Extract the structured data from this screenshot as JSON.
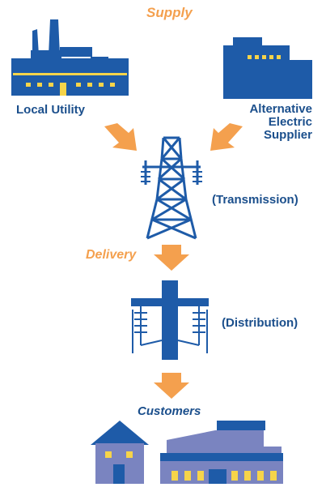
{
  "labels": {
    "supply": "Supply",
    "local_utility": "Local Utility",
    "alt_supplier": [
      "Alternative",
      "Electric",
      "Supplier"
    ],
    "transmission": "(Transmission)",
    "delivery": "Delivery",
    "distribution": "(Distribution)",
    "customers": "Customers"
  },
  "colors": {
    "dark_blue": "#1e5ba8",
    "text_blue": "#1b4f8c",
    "orange": "#f4a04e",
    "house": "#7a84c0",
    "yellow": "#f6d44a"
  }
}
